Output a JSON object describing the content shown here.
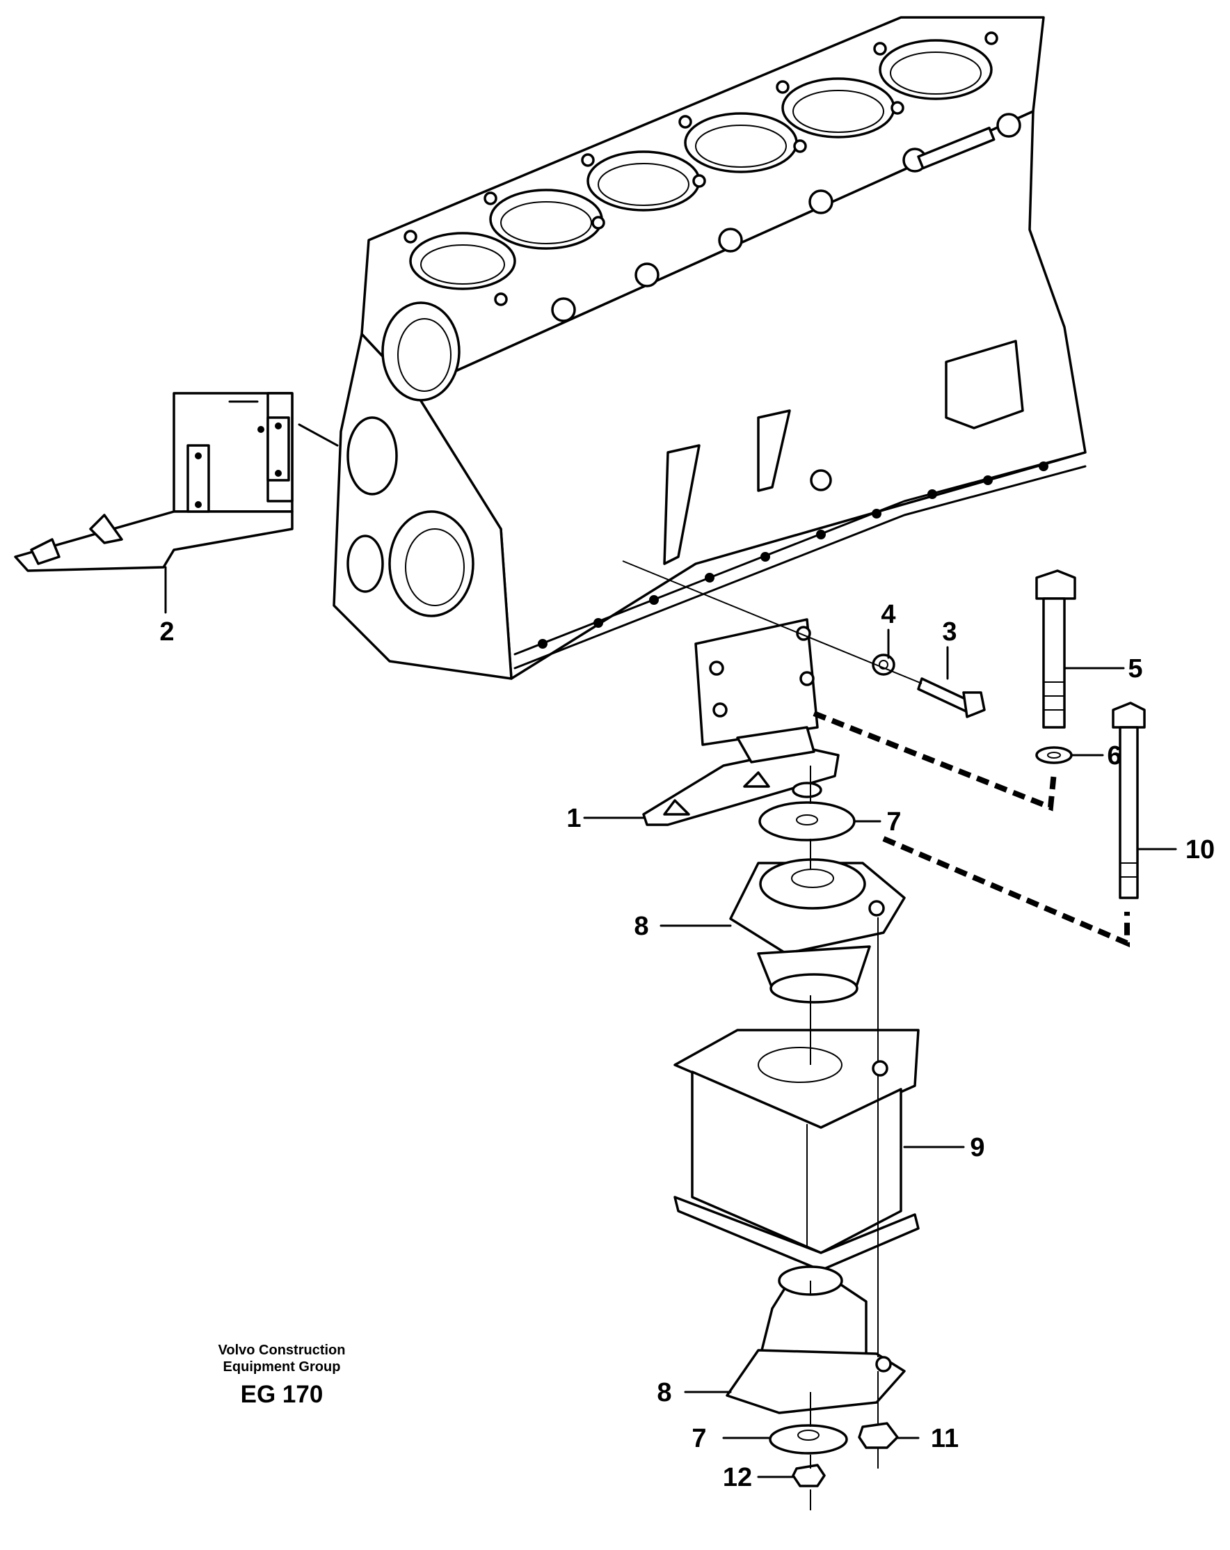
{
  "diagram": {
    "callouts": [
      {
        "id": "c1",
        "label": "1"
      },
      {
        "id": "c2",
        "label": "2"
      },
      {
        "id": "c3",
        "label": "3"
      },
      {
        "id": "c4",
        "label": "4"
      },
      {
        "id": "c5",
        "label": "5"
      },
      {
        "id": "c6",
        "label": "6"
      },
      {
        "id": "c7a",
        "label": "7"
      },
      {
        "id": "c7b",
        "label": "7"
      },
      {
        "id": "c8a",
        "label": "8"
      },
      {
        "id": "c8b",
        "label": "8"
      },
      {
        "id": "c9",
        "label": "9"
      },
      {
        "id": "c10",
        "label": "10"
      },
      {
        "id": "c11",
        "label": "11"
      },
      {
        "id": "c12",
        "label": "12"
      }
    ]
  },
  "caption": {
    "org_line1": "Volvo Construction",
    "org_line2": "Equipment Group",
    "code": "EG 170"
  }
}
